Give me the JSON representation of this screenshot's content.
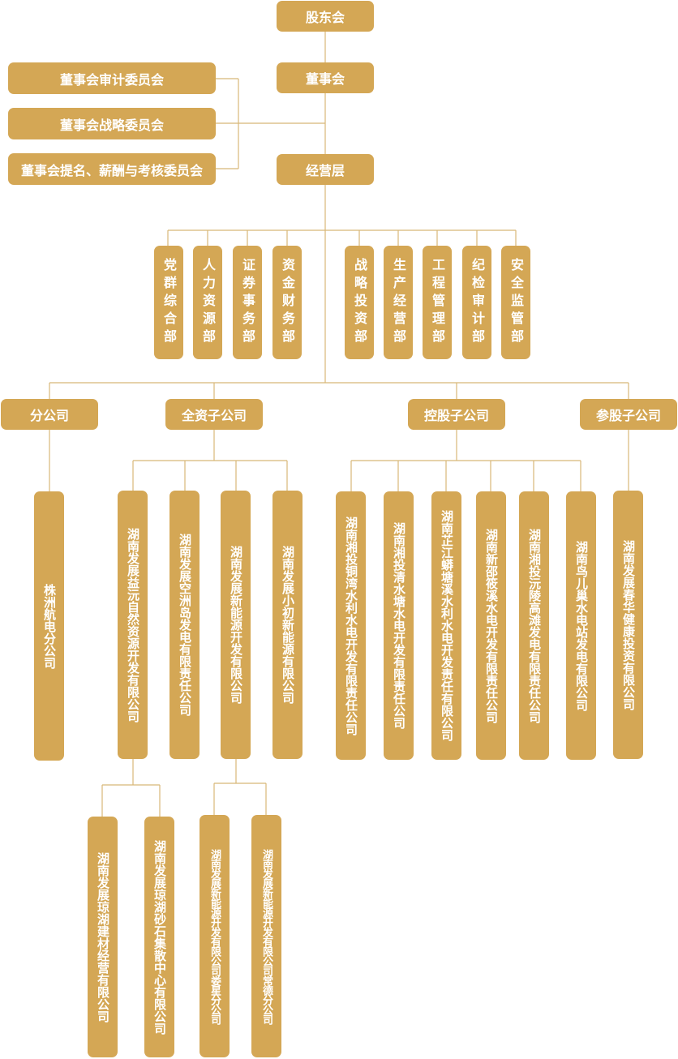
{
  "top": {
    "shareholders": "股东会",
    "board": "董事会",
    "management": "经营层"
  },
  "committees": [
    "董事会审计委员会",
    "董事会战略委员会",
    "董事会提名、薪酬与考核委员会"
  ],
  "departments": [
    "党群综合部",
    "人力资源部",
    "证券事务部",
    "资金财务部",
    "战略投资部",
    "生产经营部",
    "工程管理部",
    "纪检审计部",
    "安全监管部"
  ],
  "categories": {
    "branch": "分公司",
    "wholly_owned": "全资子公司",
    "holding": "控股子公司",
    "participating": "参股子公司"
  },
  "branch_companies": [
    "株洲航电分公司"
  ],
  "wholly_owned_companies": [
    "湖南发展益沅自然资源开发有限公司",
    "湖南发展空洲岛发电有限责任公司",
    "湖南发展新能源开发有限公司",
    "湖南发展小初新能源有限公司"
  ],
  "holding_companies": [
    "湖南湘投铜湾水利水电开发有限责任公司",
    "湖南湘投清水塘水电开发有限责任公司",
    "湖南芷江蟒塘溪水利水电开发责任有限公司",
    "湖南新邵筱溪水电开发有限责任公司",
    "湖南湘投沅陵高滩发电有限责任公司",
    "湖南鸟儿巢水电站发电有限公司"
  ],
  "participating_companies": [
    "湖南发展春华健康投资有限公司"
  ],
  "yiyuan_subsidiaries": [
    "湖南发展琼湖建材经营有限公司",
    "湖南发展琼湖砂石集散中心有限公司"
  ],
  "new_energy_branches": [
    "湖南发展新能源开发有限公司娄星分公司",
    "湖南发展新能源开发有限公司常德分公司"
  ],
  "colors": {
    "box_fill": "#D4A755",
    "box_text": "#ffffff",
    "connector": "#D8B878"
  }
}
